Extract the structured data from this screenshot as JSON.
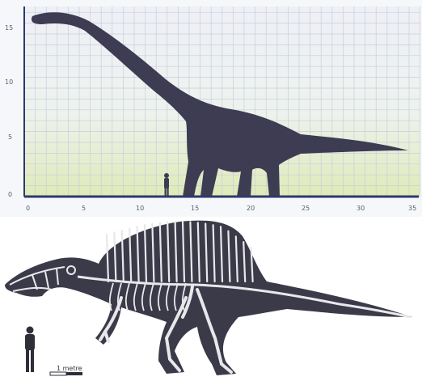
{
  "figure_top": {
    "y_ticks": [
      "15",
      "10",
      "5",
      "0"
    ],
    "x_ticks": [
      "0",
      "5",
      "10",
      "15",
      "20",
      "25",
      "30",
      "35"
    ],
    "colors": {
      "sky_top": "#eef0f6",
      "sky_bottom": "#e2ecc6",
      "grid": "#c7cedc",
      "axis": "#2c3a6b",
      "silhouette": "#3d3c52"
    }
  },
  "figure_bottom": {
    "scale_label": "1 metre",
    "colors": {
      "silhouette": "#3b3a48",
      "bone": "#e8e8ec"
    }
  }
}
